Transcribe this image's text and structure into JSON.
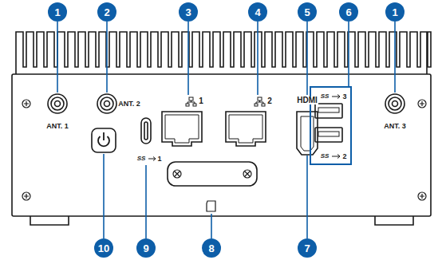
{
  "diagram": {
    "labels": [
      "1",
      "2",
      "3",
      "4",
      "5",
      "6",
      "1",
      "ANT. 1",
      "ANT. 2",
      "1",
      "2",
      "HDMI",
      "SS",
      "3",
      "SS",
      "2",
      "ANT. 3",
      "SS",
      "1",
      "10",
      "9",
      "8",
      "7"
    ]
  }
}
